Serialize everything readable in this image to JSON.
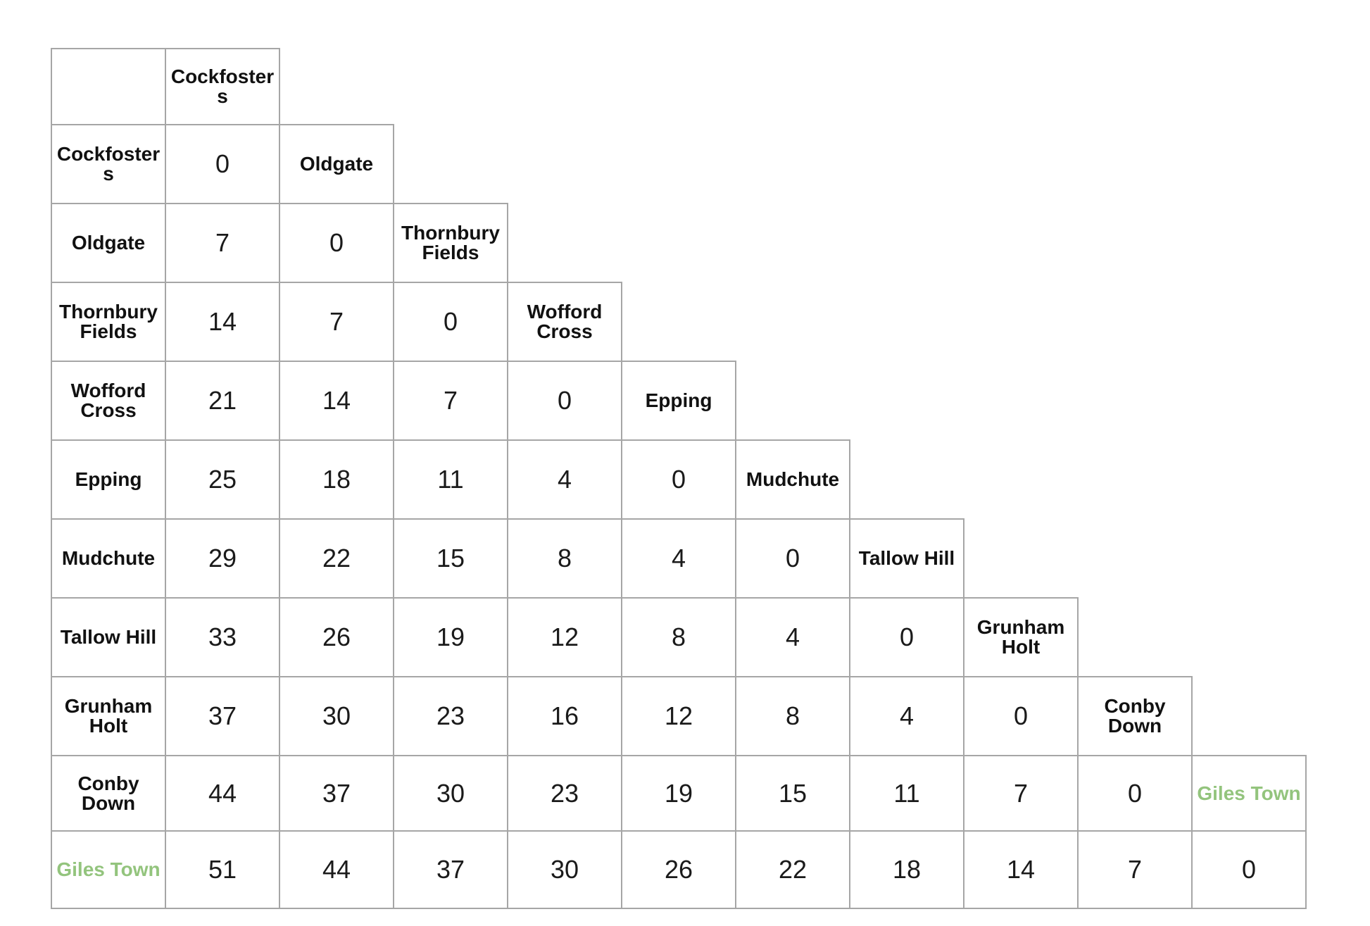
{
  "table": {
    "stations": [
      "Cockfosters",
      "Oldgate",
      "Thornbury Fields",
      "Wofford Cross",
      "Epping",
      "Mudchute",
      "Tallow Hill",
      "Grunham Holt",
      "Conby Down",
      "Giles Town"
    ],
    "highlight_station": "Giles Town",
    "highlight_color": "#93c47d",
    "label_color": "#111111",
    "border_color": "#a6a6a6",
    "rows": [
      [
        0
      ],
      [
        7,
        0
      ],
      [
        14,
        7,
        0
      ],
      [
        21,
        14,
        7,
        0
      ],
      [
        25,
        18,
        11,
        4,
        0
      ],
      [
        29,
        22,
        15,
        8,
        4,
        0
      ],
      [
        33,
        26,
        19,
        12,
        8,
        4,
        0
      ],
      [
        37,
        30,
        23,
        16,
        12,
        8,
        4,
        0
      ],
      [
        44,
        37,
        30,
        23,
        19,
        15,
        11,
        7,
        0
      ],
      [
        51,
        44,
        37,
        30,
        26,
        22,
        18,
        14,
        7,
        0
      ]
    ]
  }
}
